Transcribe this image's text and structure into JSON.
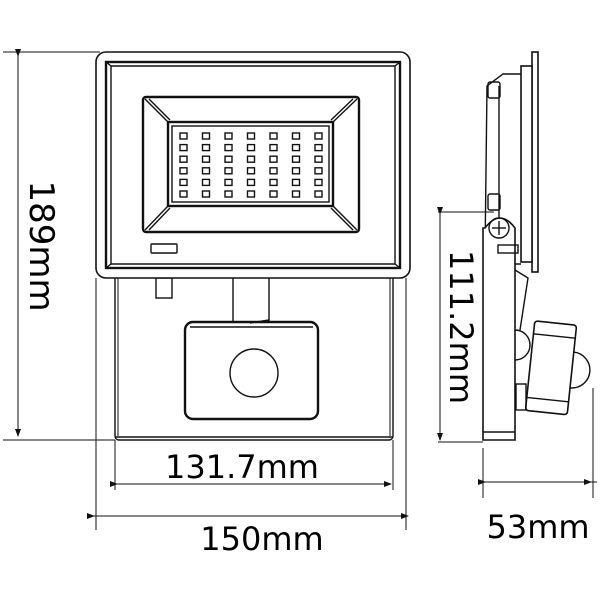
{
  "drawing": {
    "subject": "LED floodlight with PIR motion sensor",
    "views": [
      "front",
      "side"
    ],
    "line_color": "#111111",
    "background": "#ffffff"
  },
  "dimensions": {
    "overall_height": "189mm",
    "overall_width": "150mm",
    "sensor_housing_width": "131.7mm",
    "side_bracket_height": "111.2mm",
    "depth": "53mm"
  },
  "led_array": {
    "columns": 7,
    "rows": 6
  }
}
